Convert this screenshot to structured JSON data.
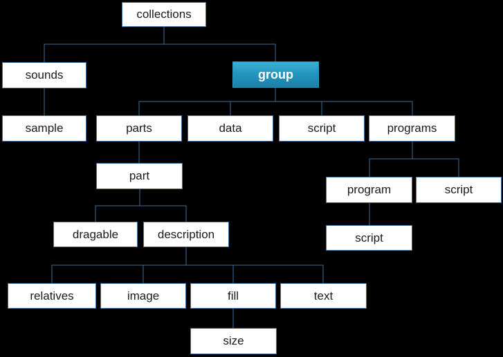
{
  "diagram": {
    "background_color": "#000000",
    "connector_color": "#41719C",
    "highlight": {
      "fill_top": "#3BB1D6",
      "fill_bottom": "#1A82A9",
      "text_color": "#FFFFFF"
    },
    "node_style": {
      "fill": "#FFFFFF",
      "text_color": "#1A1A1A"
    },
    "nodes": {
      "collections": {
        "label": "collections"
      },
      "sounds": {
        "label": "sounds"
      },
      "group": {
        "label": "group",
        "highlighted": true
      },
      "sample": {
        "label": "sample"
      },
      "parts": {
        "label": "parts"
      },
      "data": {
        "label": "data"
      },
      "script_group": {
        "label": "script"
      },
      "programs": {
        "label": "programs"
      },
      "part": {
        "label": "part"
      },
      "program": {
        "label": "program"
      },
      "script_programs": {
        "label": "script"
      },
      "script_program": {
        "label": "script"
      },
      "dragable": {
        "label": "dragable"
      },
      "description": {
        "label": "description"
      },
      "relatives": {
        "label": "relatives"
      },
      "image": {
        "label": "image"
      },
      "fill": {
        "label": "fill"
      },
      "text": {
        "label": "text"
      },
      "size": {
        "label": "size"
      }
    },
    "edges": [
      [
        "collections",
        "sounds"
      ],
      [
        "collections",
        "group"
      ],
      [
        "sounds",
        "sample"
      ],
      [
        "group",
        "parts"
      ],
      [
        "group",
        "data"
      ],
      [
        "group",
        "script_group"
      ],
      [
        "group",
        "programs"
      ],
      [
        "parts",
        "part"
      ],
      [
        "part",
        "dragable"
      ],
      [
        "part",
        "description"
      ],
      [
        "description",
        "relatives"
      ],
      [
        "description",
        "image"
      ],
      [
        "description",
        "fill"
      ],
      [
        "description",
        "text"
      ],
      [
        "fill",
        "size"
      ],
      [
        "programs",
        "program"
      ],
      [
        "programs",
        "script_programs"
      ],
      [
        "program",
        "script_program"
      ]
    ]
  }
}
